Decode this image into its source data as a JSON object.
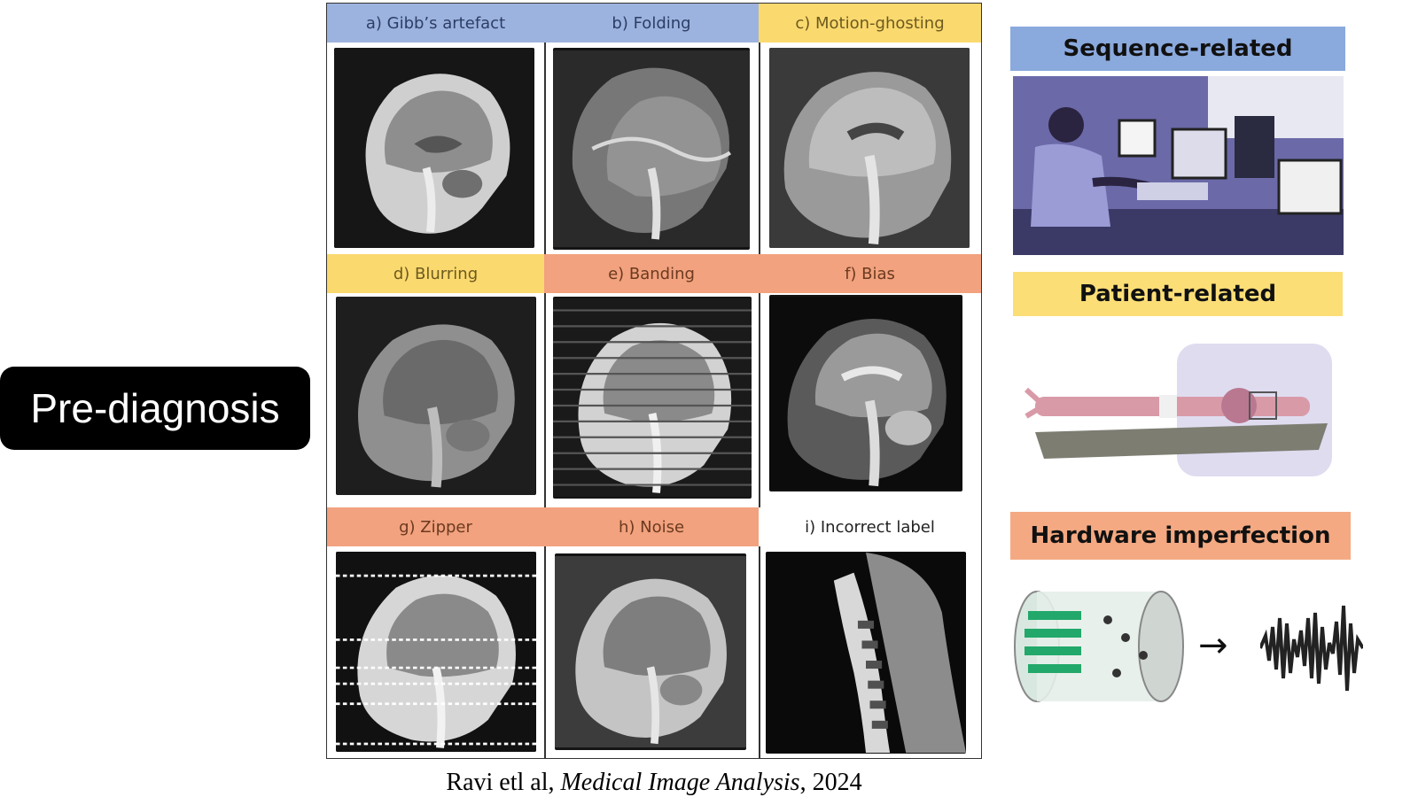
{
  "pill_label": "Pre-diagnosis",
  "cells": [
    {
      "label": "a) Gibb’s artefact",
      "color": "#9db3df"
    },
    {
      "label": "b) Folding",
      "color": "#9db3df"
    },
    {
      "label": "c) Motion-ghosting",
      "color": "#fad96f"
    },
    {
      "label": "d) Blurring",
      "color": "#fad96f"
    },
    {
      "label": "e) Banding",
      "color": "#f2a27e"
    },
    {
      "label": "f) Bias",
      "color": "#f2a27e"
    },
    {
      "label": "g) Zipper",
      "color": "#f2a27e"
    },
    {
      "label": "h) Noise",
      "color": "#f2a27e"
    },
    {
      "label": "i) Incorrect label",
      "color": "#ffffff"
    }
  ],
  "categories": {
    "sequence": {
      "label": "Sequence-related",
      "color": "#8aa9dd"
    },
    "patient": {
      "label": "Patient-related",
      "color": "#fcde77"
    },
    "hardware": {
      "label": "Hardware imperfection",
      "color": "#f4a982"
    }
  },
  "hardware_arrow": "→",
  "citation": {
    "authors": "Ravi etl al",
    "separator1": ", ",
    "journal": "Medical Image Analysis",
    "separator2": ", ",
    "year": "2024"
  }
}
